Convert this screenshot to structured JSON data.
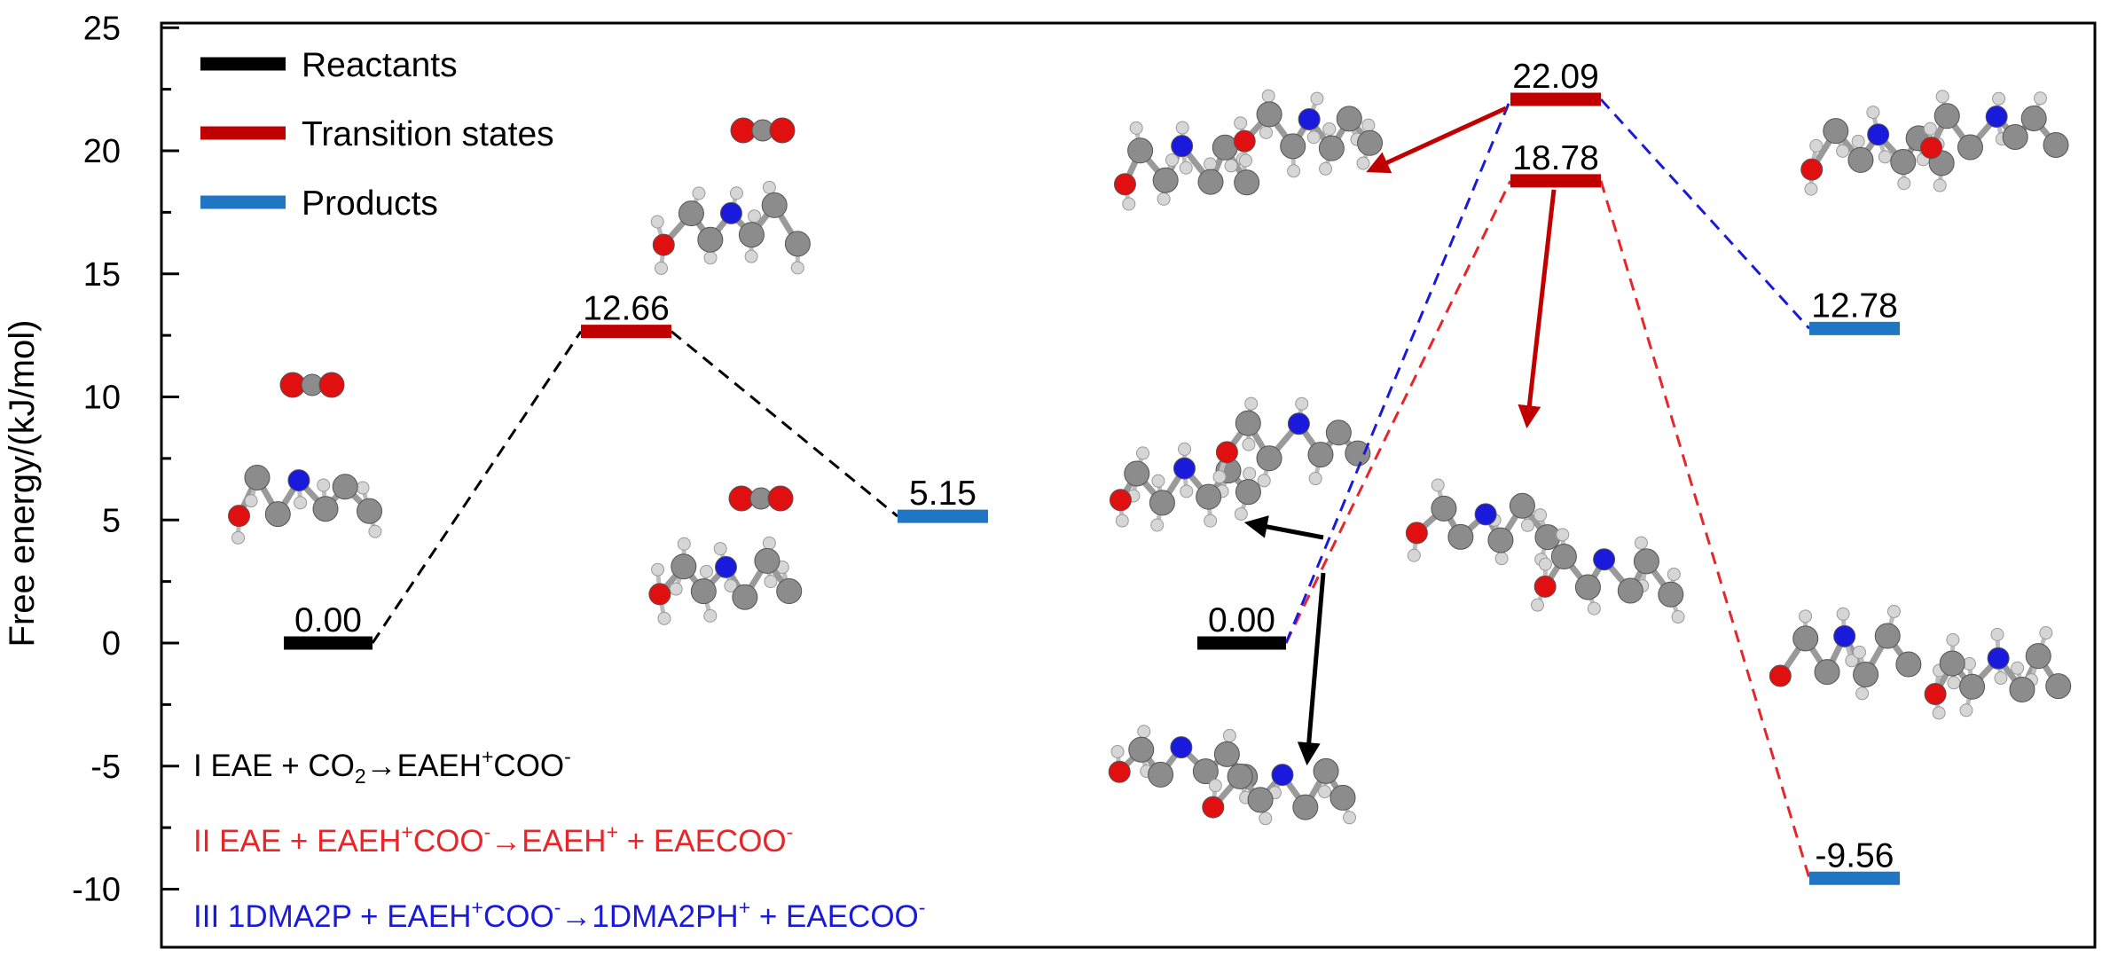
{
  "chart_data": {
    "type": "energy-profile",
    "title": "",
    "xlabel": "",
    "ylabel": "Free energy/(kJ/mol)",
    "ylim": [
      -11,
      25
    ],
    "yticks": [
      -10,
      -5,
      0,
      5,
      10,
      15,
      20,
      25
    ],
    "legend": {
      "placement": "top-left",
      "entries": [
        {
          "label": "Reactants",
          "color": "#000000"
        },
        {
          "label": "Transition states",
          "color": "#c00000"
        },
        {
          "label": "Products",
          "color": "#1f77c4"
        }
      ]
    },
    "levels": [
      {
        "id": "r1",
        "kind": "reactant",
        "x": 1,
        "value": 0.0,
        "label": "0.00"
      },
      {
        "id": "ts1",
        "kind": "transition",
        "x": 2,
        "value": 12.66,
        "label": "12.66"
      },
      {
        "id": "p1",
        "kind": "product",
        "x": 3,
        "value": 5.15,
        "label": "5.15"
      },
      {
        "id": "r2",
        "kind": "reactant",
        "x": 5,
        "value": 0.0,
        "label": "0.00"
      },
      {
        "id": "ts3",
        "kind": "transition",
        "x": 6,
        "value": 22.09,
        "label": "22.09"
      },
      {
        "id": "ts2",
        "kind": "transition",
        "x": 6,
        "value": 18.78,
        "label": "18.78"
      },
      {
        "id": "p3",
        "kind": "product",
        "x": 7,
        "value": 12.78,
        "label": "12.78"
      },
      {
        "id": "p2",
        "kind": "product",
        "x": 7,
        "value": -9.56,
        "label": "-9.56"
      }
    ],
    "paths": [
      {
        "reaction": "I",
        "color": "#000000",
        "steps": [
          [
            "r1",
            "ts1"
          ],
          [
            "ts1",
            "p1"
          ]
        ]
      },
      {
        "reaction": "II",
        "color": "#e8262a",
        "steps": [
          [
            "r2",
            "ts2"
          ],
          [
            "ts2",
            "p2"
          ]
        ]
      },
      {
        "reaction": "III",
        "color": "#1a1adc",
        "steps": [
          [
            "r2",
            "ts3"
          ],
          [
            "ts3",
            "p3"
          ]
        ]
      }
    ],
    "reactions": [
      {
        "id": "I",
        "color": "#000000",
        "parts": [
          {
            "t": "I EAE + CO"
          },
          {
            "t": "2",
            "sub": true
          },
          {
            "t": "→EAEH"
          },
          {
            "t": "+",
            "sup": true
          },
          {
            "t": "COO"
          },
          {
            "t": "-",
            "sup": true
          }
        ]
      },
      {
        "id": "II",
        "color": "#e8262a",
        "parts": [
          {
            "t": "II EAE + EAEH"
          },
          {
            "t": "+",
            "sup": true
          },
          {
            "t": "COO"
          },
          {
            "t": "-",
            "sup": true
          },
          {
            "t": "→EAEH"
          },
          {
            "t": "+",
            "sup": true
          },
          {
            "t": " + EAECOO"
          },
          {
            "t": "-",
            "sup": true
          }
        ]
      },
      {
        "id": "III",
        "color": "#1a1adc",
        "parts": [
          {
            "t": "III 1DMA2P + EAEH"
          },
          {
            "t": "+",
            "sup": true
          },
          {
            "t": "COO"
          },
          {
            "t": "-",
            "sup": true
          },
          {
            "t": "→1DMA2PH"
          },
          {
            "t": "+",
            "sup": true
          },
          {
            "t": " + EAECOO"
          },
          {
            "t": "-",
            "sup": true
          }
        ]
      }
    ]
  }
}
